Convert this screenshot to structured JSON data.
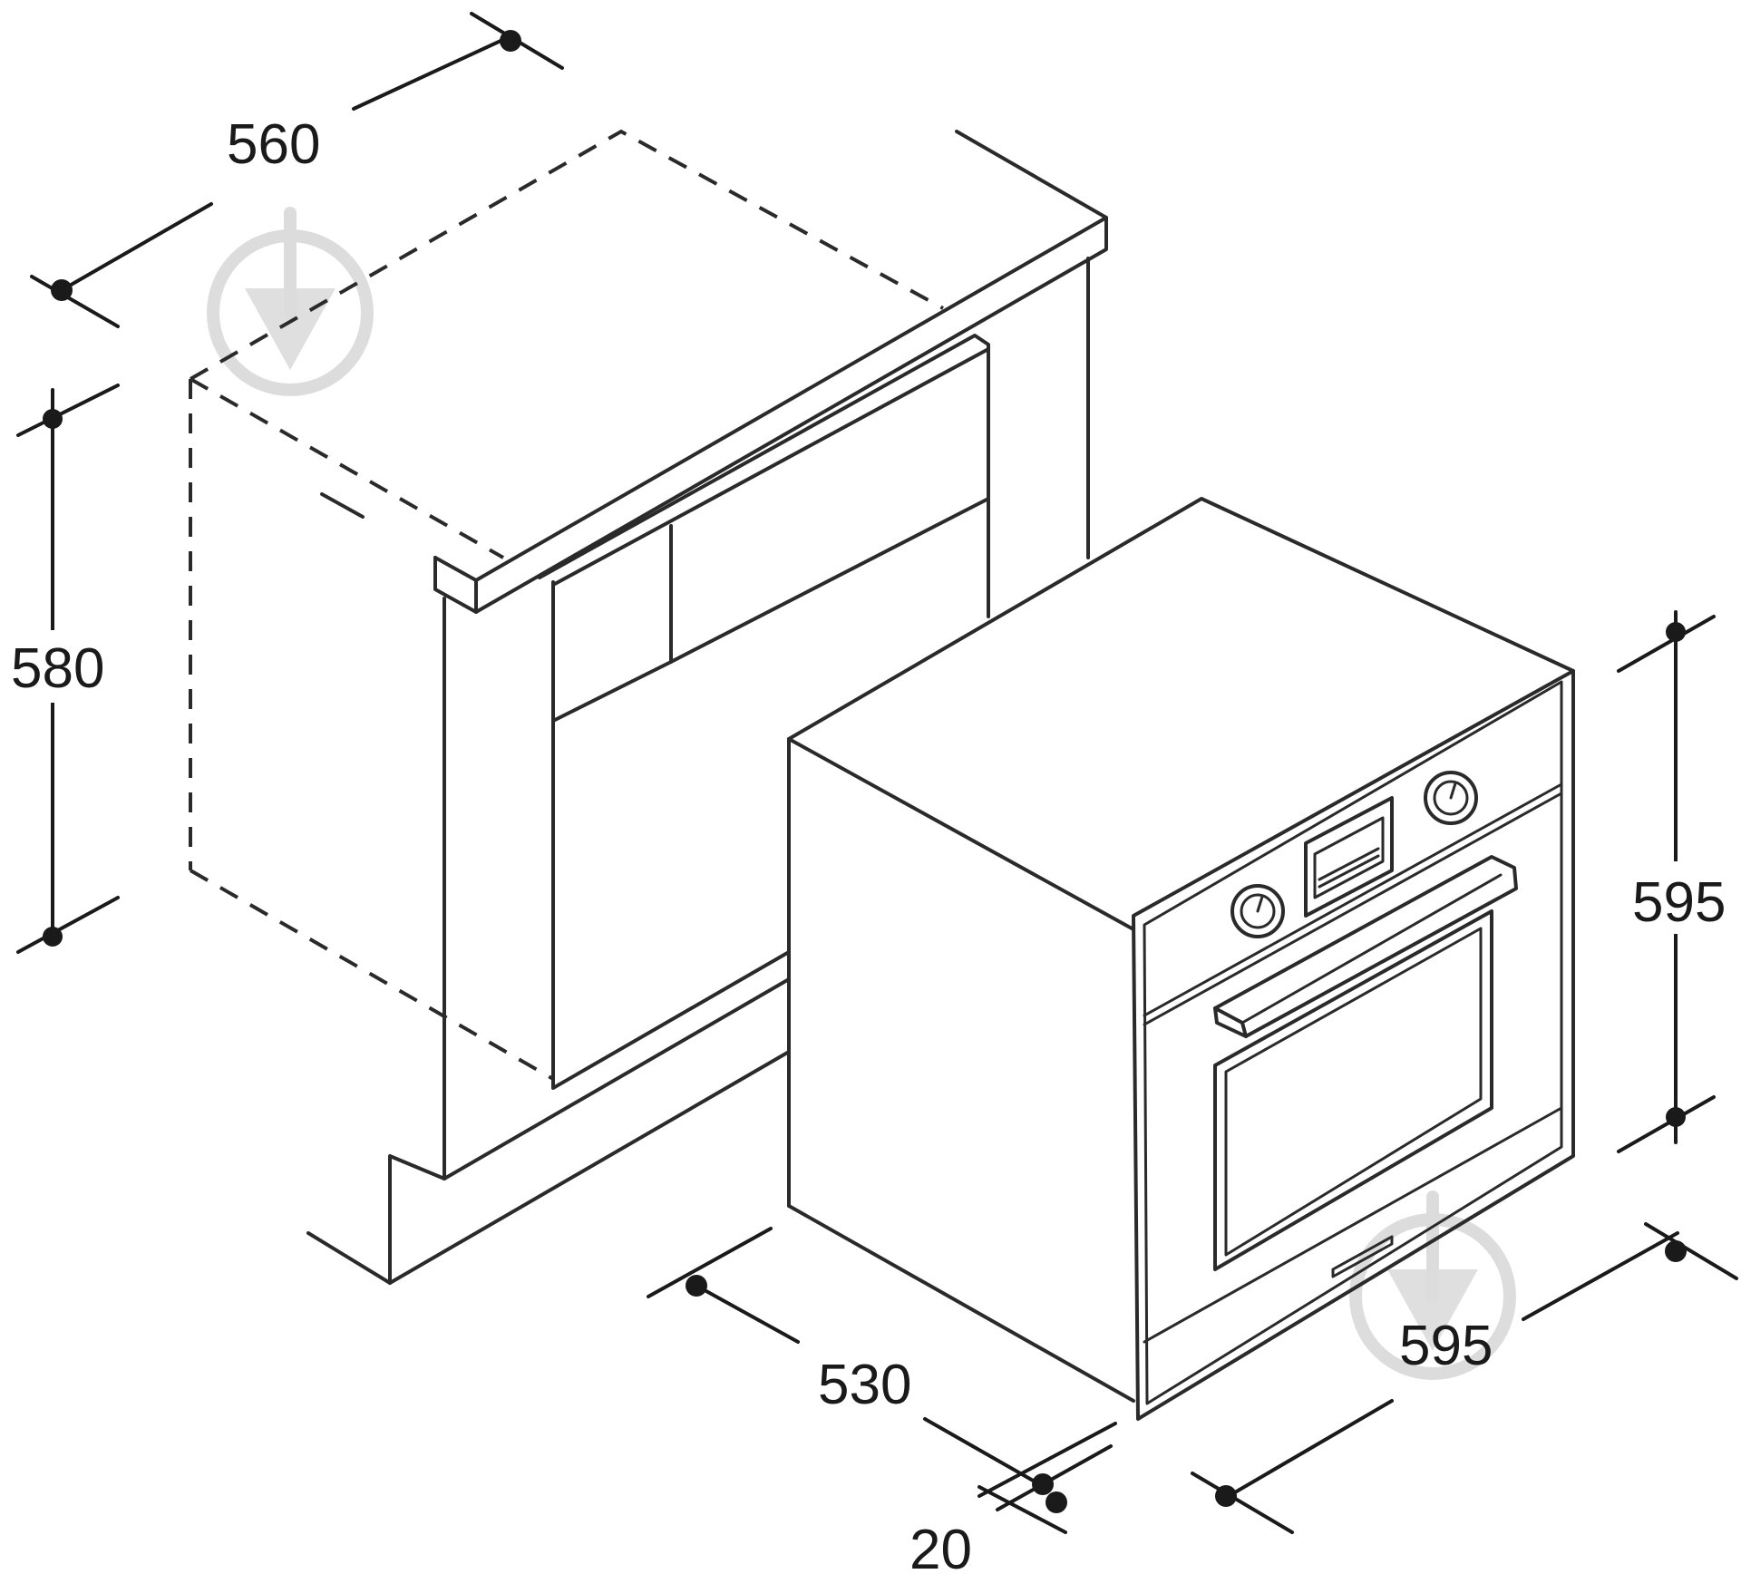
{
  "dimensions": {
    "niche_width": "560",
    "niche_height": "580",
    "oven_height": "595",
    "oven_width": "595",
    "oven_depth": "530",
    "front_panel_depth": "20"
  }
}
